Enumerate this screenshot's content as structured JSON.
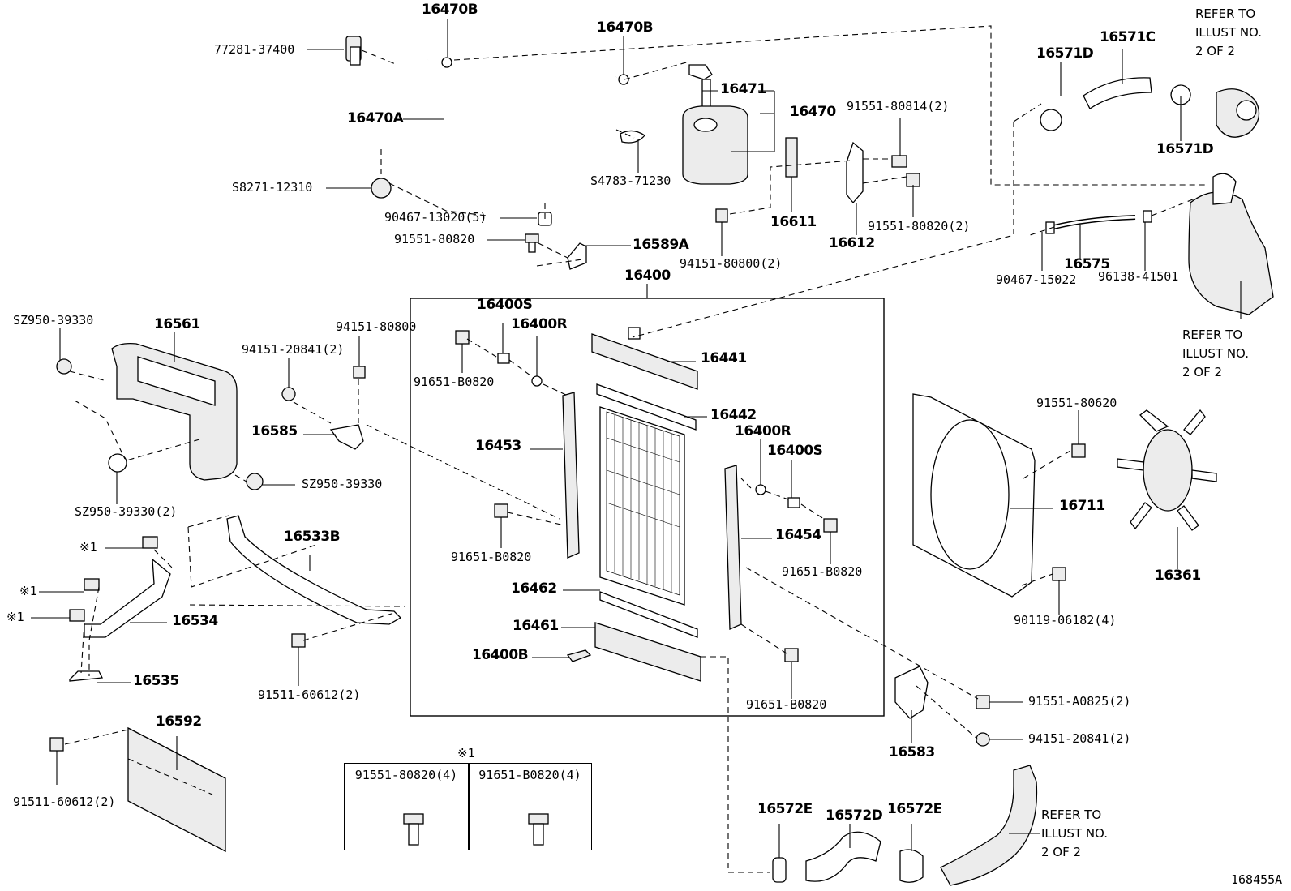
{
  "diagram_id": "168455A",
  "table": {
    "header_mark": "※1",
    "columns": [
      "91551-80820(4)",
      "91651-B0820(4)"
    ]
  },
  "notes": {
    "refer_top_right": "REFER TO\nILLUST NO.\n2 OF 2",
    "refer_mid_right": "REFER TO\nILLUST NO.\n2 OF 2",
    "refer_bottom": "REFER TO\nILLUST NO.\n2 OF 2"
  },
  "labels": {
    "p16470B_a": "16470B",
    "p16470B_b": "16470B",
    "p77281": "77281-37400",
    "p16470A": "16470A",
    "p16471": "16471",
    "p16470": "16470",
    "p91551_80814": "91551-80814(2)",
    "pS8271": "S8271-12310",
    "pS4783": "S4783-71230",
    "p90467_13020": "90467-13020(5)",
    "p91551_80820": "91551-80820",
    "p16589A": "16589A",
    "p16611": "16611",
    "p16612": "16612",
    "p91551_80820_2": "91551-80820(2)",
    "p94151_80800_2": "94151-80800(2)",
    "p16571D_a": "16571D",
    "p16571C": "16571C",
    "p16571D_b": "16571D",
    "p16575": "16575",
    "p90467_15022": "90467-15022",
    "p96138_41501": "96138-41501",
    "p16400": "16400",
    "pSZ950_a": "SZ950-39330",
    "p16561": "16561",
    "p94151_80800": "94151-80800",
    "p94151_20841": "94151-20841(2)",
    "p16585": "16585",
    "pSZ950_b": "SZ950-39330",
    "pSZ950_c": "SZ950-39330(2)",
    "p16400S_a": "16400S",
    "p16400R_a": "16400R",
    "p91651_B0820_a": "91651-B0820",
    "p16441": "16441",
    "p16442": "16442",
    "p16453": "16453",
    "p16400R_b": "16400R",
    "p16400S_b": "16400S",
    "p91651_B0820_b": "91651-B0820",
    "p16454": "16454",
    "p91651_B0820_c": "91651-B0820",
    "p16462": "16462",
    "p16461": "16461",
    "p16400B": "16400B",
    "p91651_B0820_d": "91651-B0820",
    "p16533B": "16533B",
    "pX1_a": "※1",
    "pX1_b": "※1",
    "pX1_c": "※1",
    "p16534": "16534",
    "p16535": "16535",
    "p91511_60612": "91511-60612(2)",
    "p16592": "16592",
    "p91511_60612_b": "91511-60612(2)",
    "p91551_80620": "91551-80620",
    "p16711": "16711",
    "p16361": "16361",
    "p90119_06182": "90119-06182(4)",
    "p91551_A0825": "91551-A0825(2)",
    "p94151_20841_b": "94151-20841(2)",
    "p16583": "16583",
    "p16572E_a": "16572E",
    "p16572D": "16572D",
    "p16572E_b": "16572E"
  }
}
